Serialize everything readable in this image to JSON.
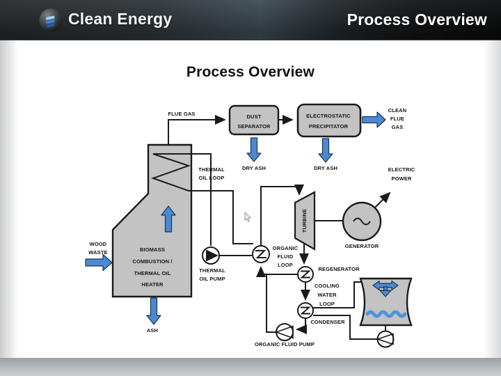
{
  "header": {
    "logo_text": "Clean Energy",
    "title": "Process Overview"
  },
  "slide": {
    "title": "Process Overview"
  },
  "diagram": {
    "labels": {
      "flue_gas": "FLUE GAS",
      "dust_separator": [
        "DUST",
        "SEPARATOR"
      ],
      "electrostatic_precipitator": [
        "ELECTROSTATIC",
        "PRECIPITATOR"
      ],
      "clean_flue_gas": [
        "CLEAN",
        "FLUE",
        "GAS"
      ],
      "dry_ash_left": "DRY ASH",
      "dry_ash_right": "DRY ASH",
      "thermal_oil_loop": [
        "THERMAL",
        "OIL LOOP"
      ],
      "electric_power": [
        "ELECTRIC",
        "POWER"
      ],
      "wood_waste": [
        "WOOD",
        "WASTE"
      ],
      "biomass_heater": [
        "BIOMASS",
        "COMBUSTION /",
        "THERMAL OIL",
        "HEATER"
      ],
      "thermal_oil_pump": [
        "THERMAL",
        "OIL PUMP"
      ],
      "turbine": "TURBINE",
      "generator": "GENERATOR",
      "generator_symbol": "~",
      "organic_fluid_loop": [
        "ORGANIC",
        "FLUID",
        "LOOP"
      ],
      "regenerator": "REGENERATOR",
      "cooling_water_loop": [
        "COOLING",
        "WATER",
        "LOOP"
      ],
      "condenser": "CONDENSER",
      "organic_fluid_pump": "ORGANIC FLUID PUMP",
      "ash": "ASH"
    },
    "colors": {
      "arrow_blue": "#4d89cf",
      "equipment_gray": "#c3c3c3",
      "line_black": "#1a1a1a",
      "water_blue": "#4f93dd"
    }
  }
}
